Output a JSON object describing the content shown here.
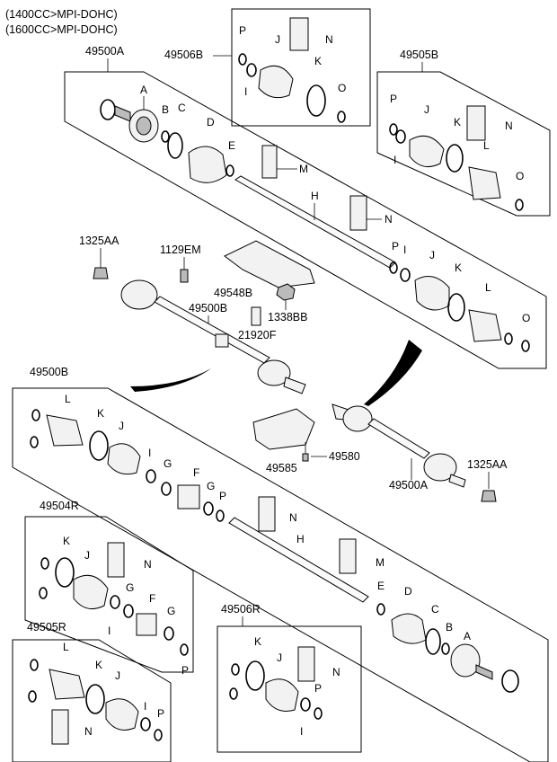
{
  "header": {
    "line1": "(1400CC>MPI-DOHC)",
    "line2": "(1600CC>MPI-DOHC)"
  },
  "part_numbers": {
    "p49500A_top": "49500A",
    "p49506B": "49506B",
    "p49505B": "49505B",
    "p1325AA_top": "1325AA",
    "p1129EM": "1129EM",
    "p49548B": "49548B",
    "p49500B_mid": "49500B",
    "p1338BB": "1338BB",
    "p21920F": "21920F",
    "p49500B_box": "49500B",
    "p49580": "49580",
    "p49585": "49585",
    "p49500A_bottom": "49500A",
    "p1325AA_bottom": "1325AA",
    "p49504R": "49504R",
    "p49505R": "49505R",
    "p49506R": "49506R"
  },
  "letters": {
    "A": "A",
    "B": "B",
    "C": "C",
    "D": "D",
    "E": "E",
    "F": "F",
    "G": "G",
    "H": "H",
    "I": "I",
    "J": "J",
    "K": "K",
    "L": "L",
    "M": "M",
    "N": "N",
    "O": "O",
    "P": "P"
  }
}
